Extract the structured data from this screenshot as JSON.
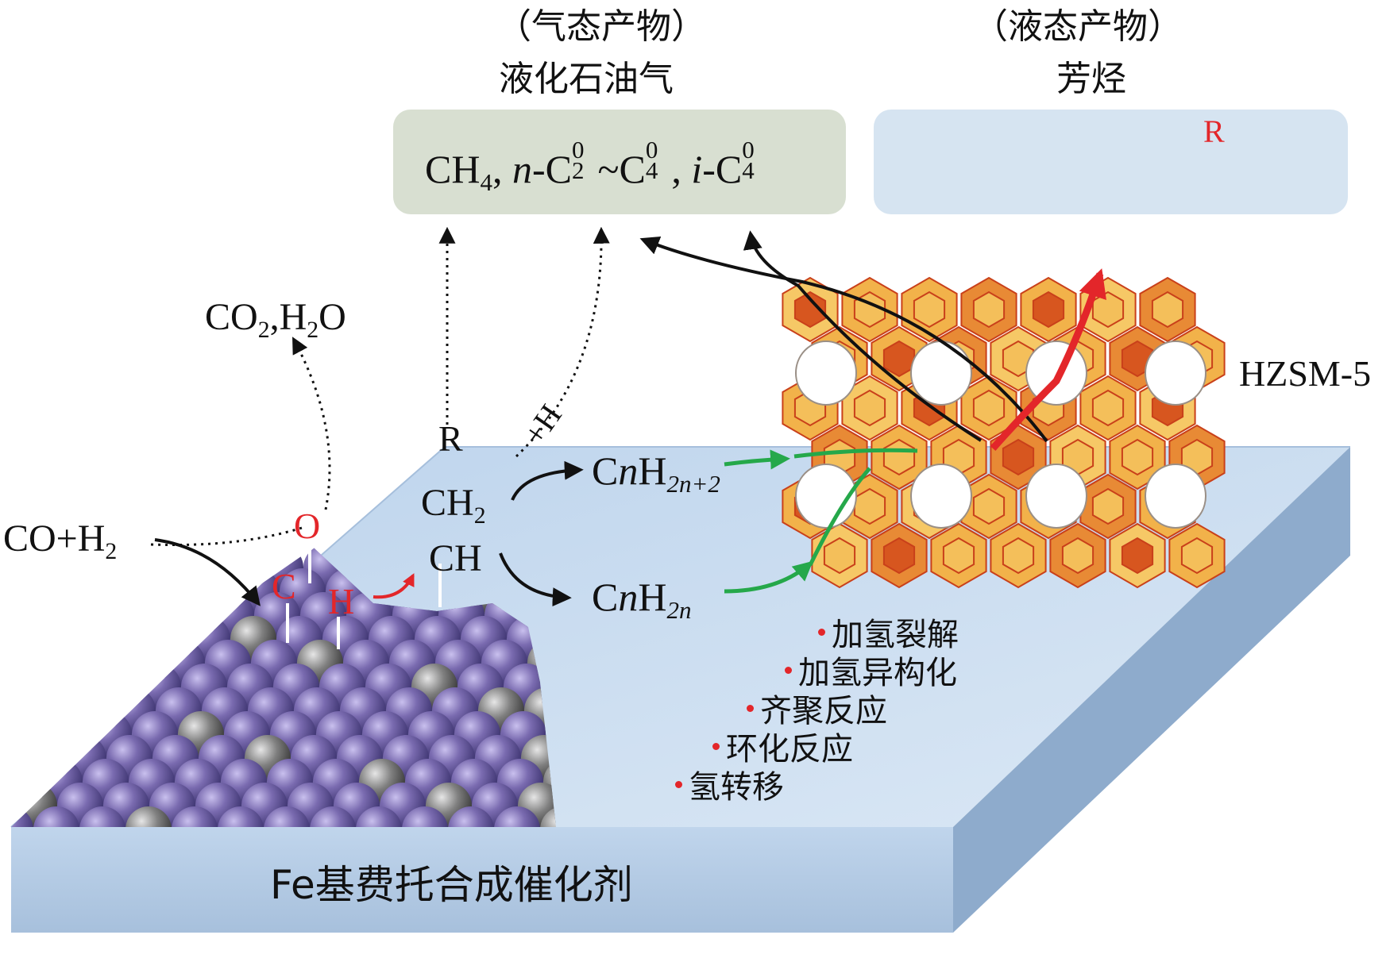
{
  "gas_product": {
    "caption": "（气态产物）",
    "name": "液化石油气",
    "formula": {
      "ch": "CH",
      "ch_sub": "4",
      "sep1": ", ",
      "n_prefix": "n",
      "c_a": "-C",
      "c_a_sup": "0",
      "c_a_sub": "2",
      "tilde": "~C",
      "c_b_sup": "0",
      "c_b_sub": "4",
      "sep2": ", ",
      "i_prefix": "i",
      "c_c": "-C",
      "c_c_sup": "0",
      "c_c_sub": "4"
    }
  },
  "liquid_product": {
    "caption": "（液态产物）",
    "name": "芳烃",
    "r_label": "R"
  },
  "reactants": {
    "co_h2": "CO+H",
    "h2_sub": "2"
  },
  "byproducts": {
    "co2": "CO",
    "co2_sub": "2",
    "comma_h2o": ",H",
    "h2o_sub": "2",
    "o": "O"
  },
  "surface_species": {
    "o": "O",
    "c": "C",
    "h": "H"
  },
  "chain": {
    "r": "R",
    "ch2": "CH",
    "ch2_sub": "2",
    "ch": "CH",
    "plus_h": "+H"
  },
  "intermediates": {
    "alkane": {
      "c": "C",
      "n1": "n",
      "h": "H",
      "sub": "2n+2"
    },
    "alkene": {
      "c": "C",
      "n1": "n",
      "h": "H",
      "sub": "2n"
    }
  },
  "zeolite_label": "HZSM-5",
  "reactions": [
    "加氢裂解",
    "加氢异构化",
    "齐聚反应",
    "环化反应",
    "氢转移"
  ],
  "catalyst_label": "Fe基费托合成催化剂",
  "colors": {
    "slab_top": "#c6d9ee",
    "slab_front": "#a9c3df",
    "slab_side": "#8eabcc",
    "gas_box": "#d8dfd1",
    "liquid_box": "#d6e4f1",
    "iron_atom": "#7a6bb0",
    "carbon_atom": "#7d7d7d",
    "zeolite_face": "#f2b24a",
    "zeolite_edge": "#c9401a",
    "accent_red": "#e3262a",
    "arrow_green": "#25a84a"
  }
}
